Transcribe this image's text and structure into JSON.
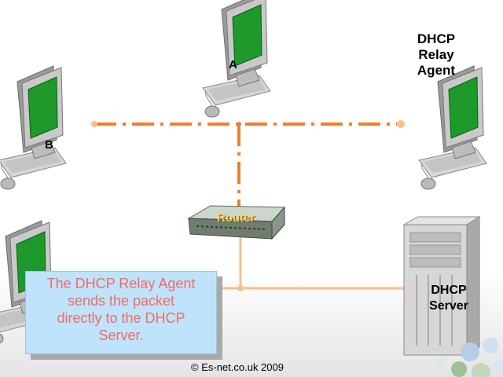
{
  "nodes": {
    "pc_a_label": "A",
    "pc_b_label": "B",
    "relay_label_lines": [
      "DHCP",
      "Relay",
      "Agent"
    ],
    "router_label": "Router",
    "server_label_lines": [
      "DHCP",
      "Server"
    ]
  },
  "callout": {
    "lines": [
      "The DHCP Relay Agent",
      "sends the packet",
      "directly to the DHCP",
      "Server."
    ]
  },
  "footer": {
    "copyright": "© Es-net.co.uk 2009"
  },
  "colors": {
    "lan_link": "#f07f2c",
    "packet_path": "#f9c08a",
    "screen_green": "#1d9a2a",
    "callout_bg": "#bfe3fb",
    "callout_text": "#ee6d66",
    "router_label": "#f4d36a"
  }
}
